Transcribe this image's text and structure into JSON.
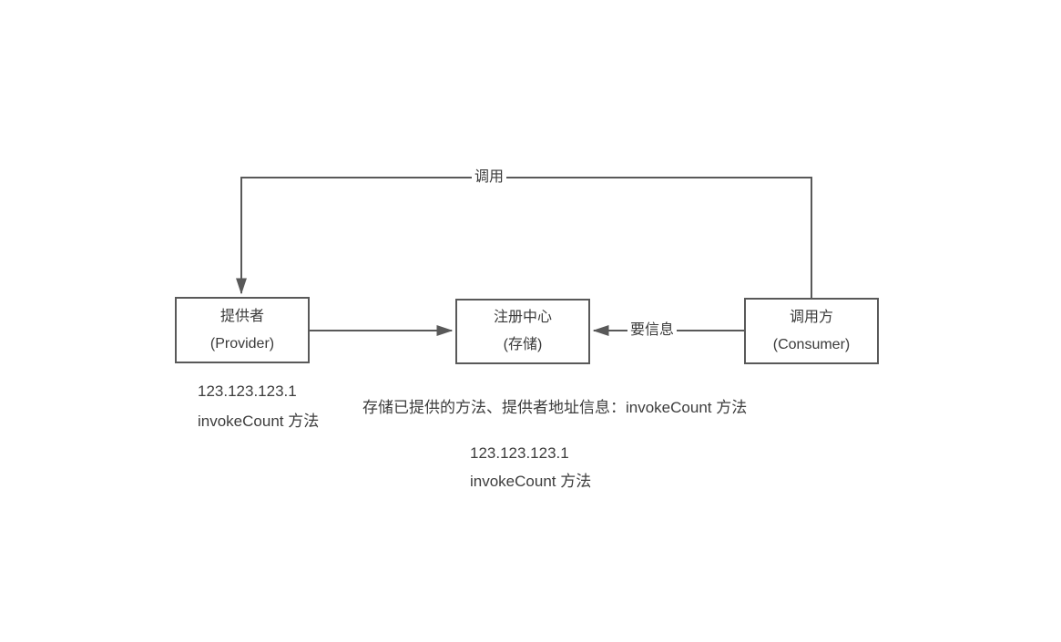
{
  "diagram": {
    "title_hint": "service-registry-architecture",
    "colors": {
      "line": "#595959",
      "node_border": "#595959",
      "text": "#3a3a3a",
      "background": "#ffffff"
    },
    "nodes": {
      "provider": {
        "line1": "提供者",
        "line2": "(Provider)"
      },
      "registry": {
        "line1": "注册中心",
        "line2": "(存储)"
      },
      "consumer": {
        "line1": "调用方",
        "line2": "(Consumer)"
      }
    },
    "edges": {
      "invoke_label": "调用",
      "request_label": "要信息"
    },
    "annotations": {
      "provider_info": {
        "line1": "123.123.123.1",
        "line2": "invokeCount 方法"
      },
      "registry_note": "存储已提供的方法、提供者地址信息：invokeCount 方法",
      "registry_info": {
        "line1": "123.123.123.1",
        "line2": "invokeCount 方法"
      }
    }
  }
}
